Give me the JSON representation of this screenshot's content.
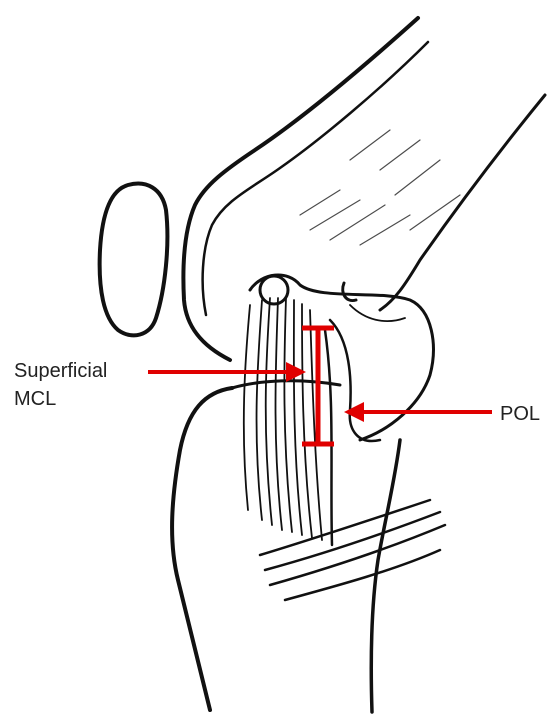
{
  "labels": {
    "superficial_mcl_line1": "Superficial",
    "superficial_mcl_line2": "MCL",
    "pol": "POL"
  },
  "colors": {
    "annotation": "#e00000",
    "ink": "#111111",
    "background": "#ffffff"
  }
}
